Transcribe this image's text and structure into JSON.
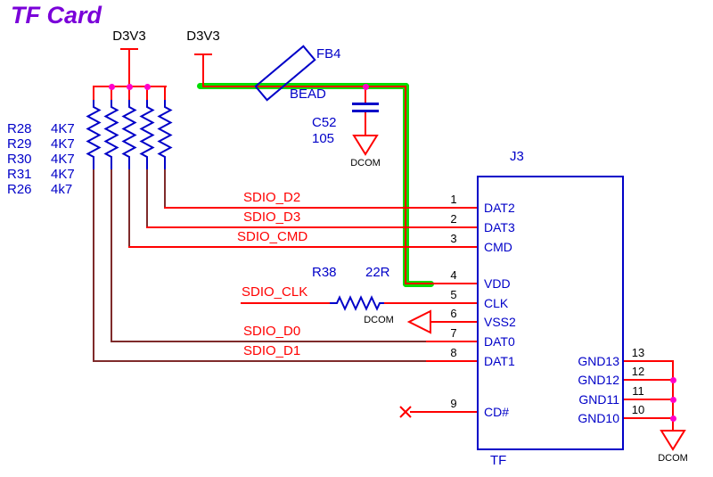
{
  "title": "TF Card",
  "power_labels": {
    "p1": "D3V3",
    "p2": "D3V3"
  },
  "ferrite_bead": {
    "ref": "FB4",
    "value": "BEAD"
  },
  "capacitor": {
    "ref": "C52",
    "value": "105",
    "ground": "DCOM"
  },
  "pullup_resistors": [
    {
      "ref": "R28",
      "value": "4K7"
    },
    {
      "ref": "R29",
      "value": "4K7"
    },
    {
      "ref": "R30",
      "value": "4K7"
    },
    {
      "ref": "R31",
      "value": "4K7"
    },
    {
      "ref": "R26",
      "value": "4k7"
    }
  ],
  "series_resistor": {
    "ref": "R38",
    "value": "22R"
  },
  "net_labels": {
    "d2": "SDIO_D2",
    "d3": "SDIO_D3",
    "cmd": "SDIO_CMD",
    "clk": "SDIO_CLK",
    "d0": "SDIO_D0",
    "d1": "SDIO_D1"
  },
  "vss_ground": "DCOM",
  "right_ground": "DCOM",
  "connector": {
    "ref": "J3",
    "value": "TF",
    "left_pins": [
      {
        "num": "1",
        "name": "DAT2"
      },
      {
        "num": "2",
        "name": "DAT3"
      },
      {
        "num": "3",
        "name": "CMD"
      },
      {
        "num": "4",
        "name": "VDD"
      },
      {
        "num": "5",
        "name": "CLK"
      },
      {
        "num": "6",
        "name": "VSS2"
      },
      {
        "num": "7",
        "name": "DAT0"
      },
      {
        "num": "8",
        "name": "DAT1"
      },
      {
        "num": "9",
        "name": "CD#"
      }
    ],
    "right_pins": [
      {
        "num": "13",
        "name": "GND13"
      },
      {
        "num": "12",
        "name": "GND12"
      },
      {
        "num": "11",
        "name": "GND11"
      },
      {
        "num": "10",
        "name": "GND10"
      }
    ]
  },
  "colors": {
    "wire": "#ff0000",
    "dark_wire": "#7f2b2b",
    "component": "#0000c8",
    "junction": "#ff00cc",
    "highlight": "#00dd00",
    "title": "#7a00d9"
  }
}
